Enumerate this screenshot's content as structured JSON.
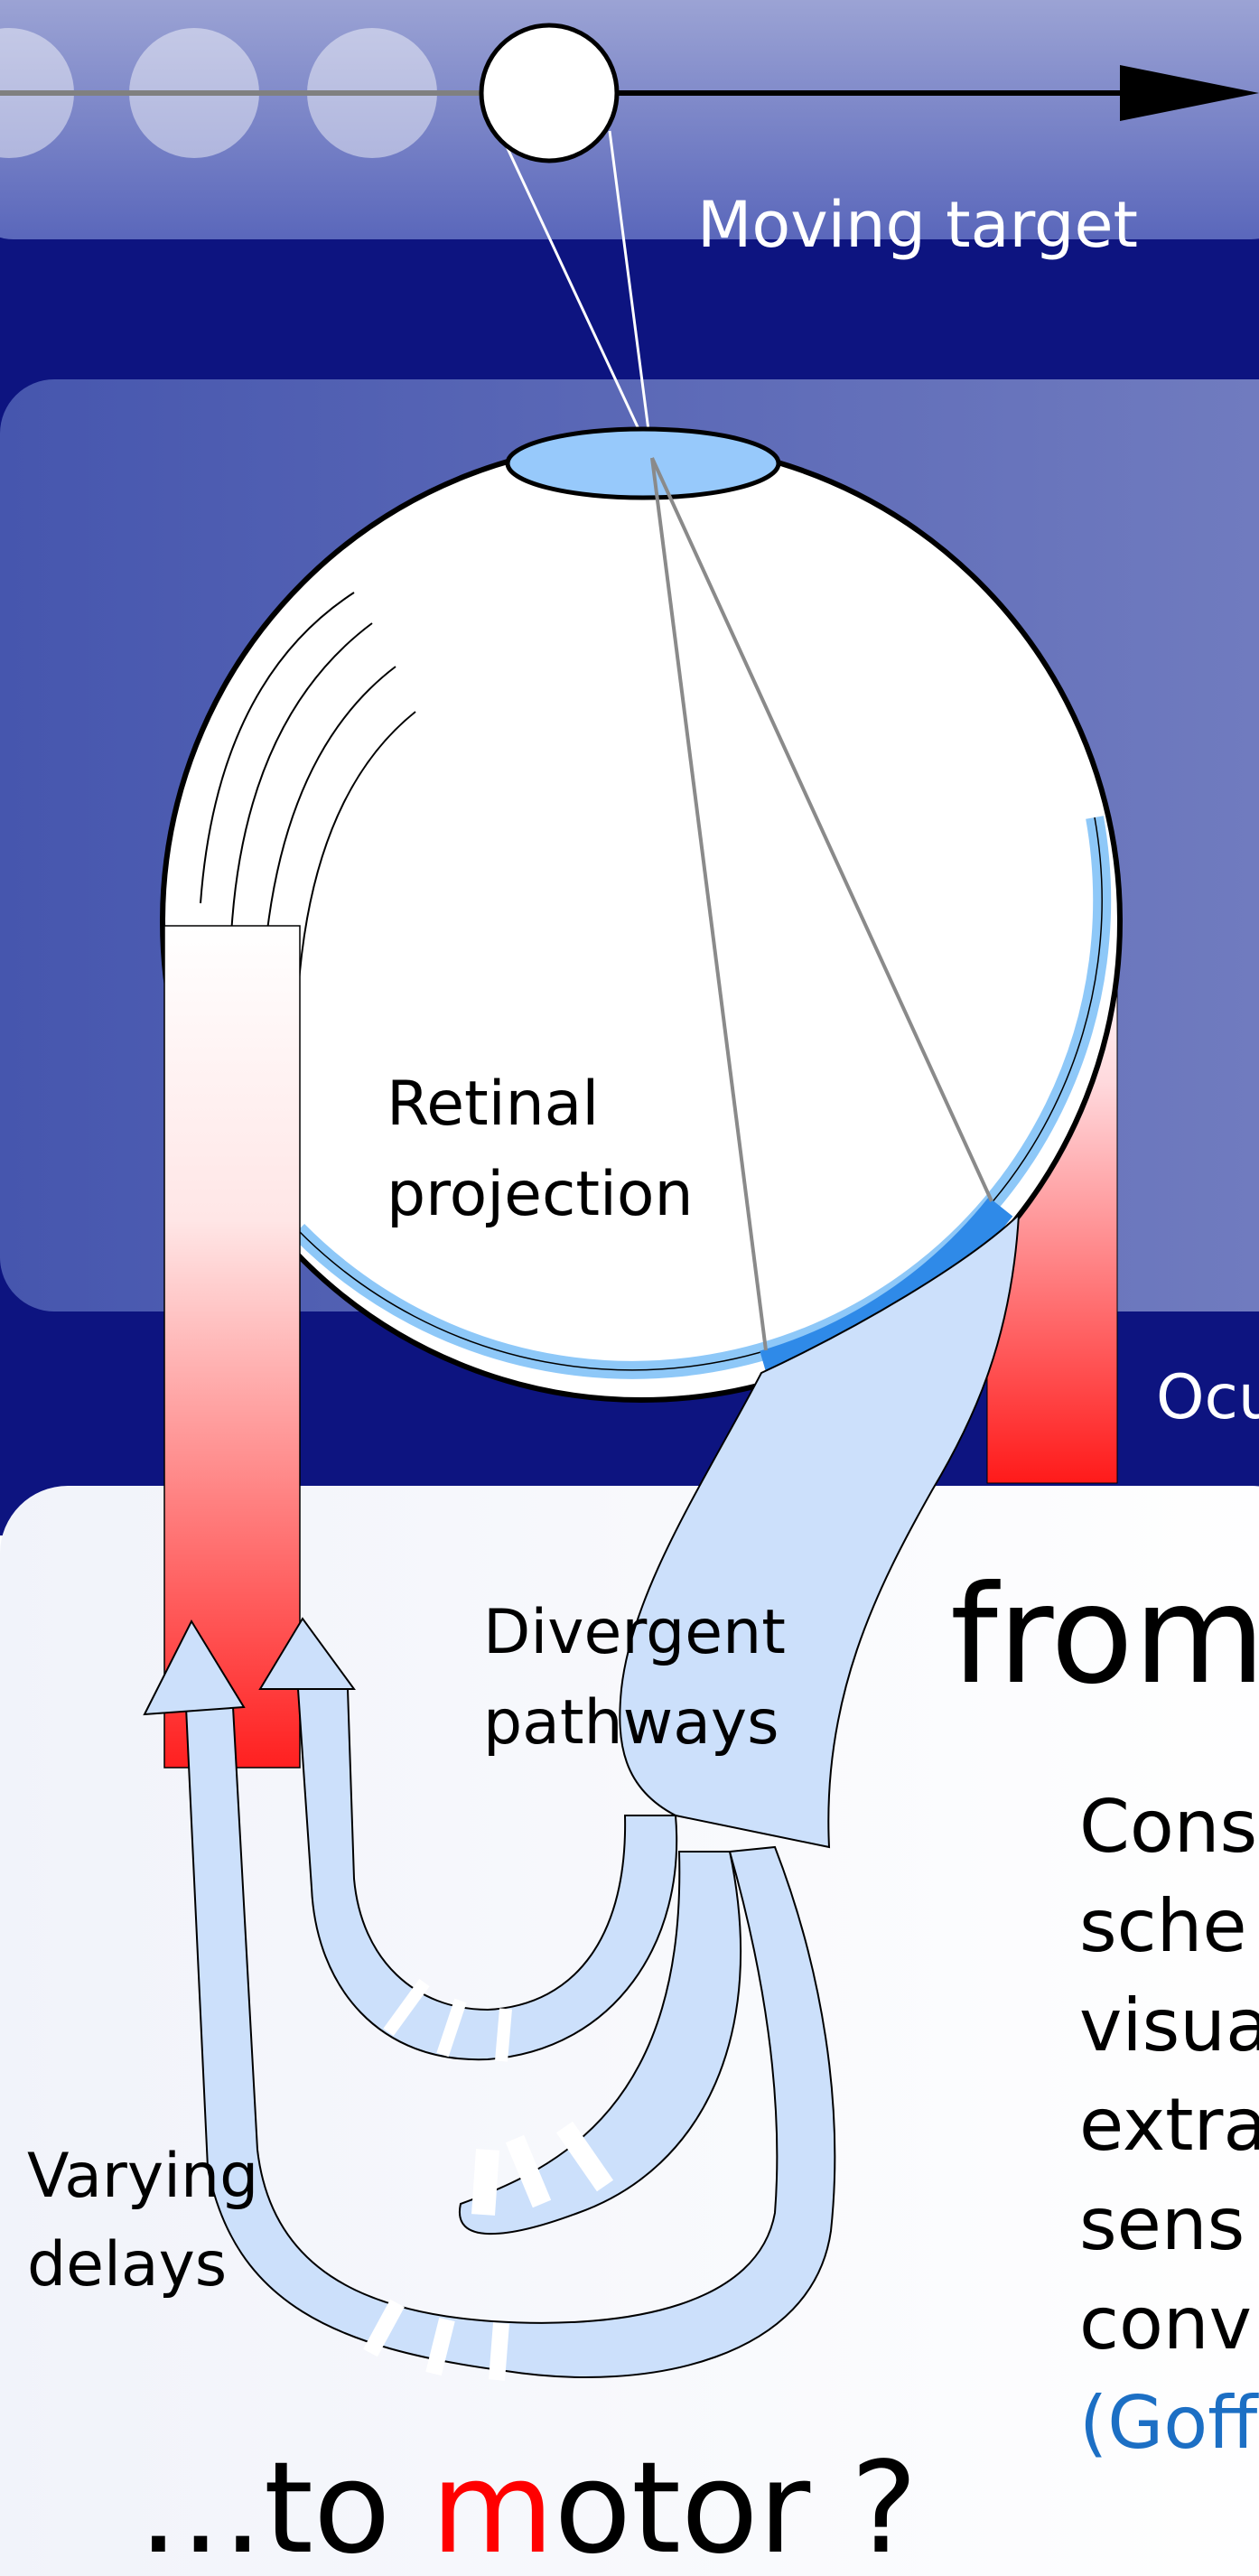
{
  "labels": {
    "moving_target": "Moving target",
    "retinal_line1": "Retinal",
    "retinal_line2": "projection",
    "oculo_partial": "Ocu",
    "divergent_line1": "Divergent",
    "divergent_line2": "pathways",
    "from_partial": "from",
    "varying_line1": "Varying",
    "varying_line2": "delays",
    "to_motor_prefix": "…to ",
    "to_motor_m": "m",
    "to_motor_suffix": "otor ?"
  },
  "side_text": [
    "Cons",
    "sche",
    "visua",
    "extra",
    "sens",
    "conv"
  ],
  "citation_partial": "(Goff",
  "colors": {
    "band_dark": "#0d1480",
    "panel_blue": "#5262b8",
    "pathway_fill": "#cce0fb",
    "retina_blue": "#8ec8f8",
    "retina_strong": "#2f8ae8",
    "delay_red": "#ff1a1a",
    "accent_red": "#ff0000",
    "citation_blue": "#1c6fc4"
  }
}
